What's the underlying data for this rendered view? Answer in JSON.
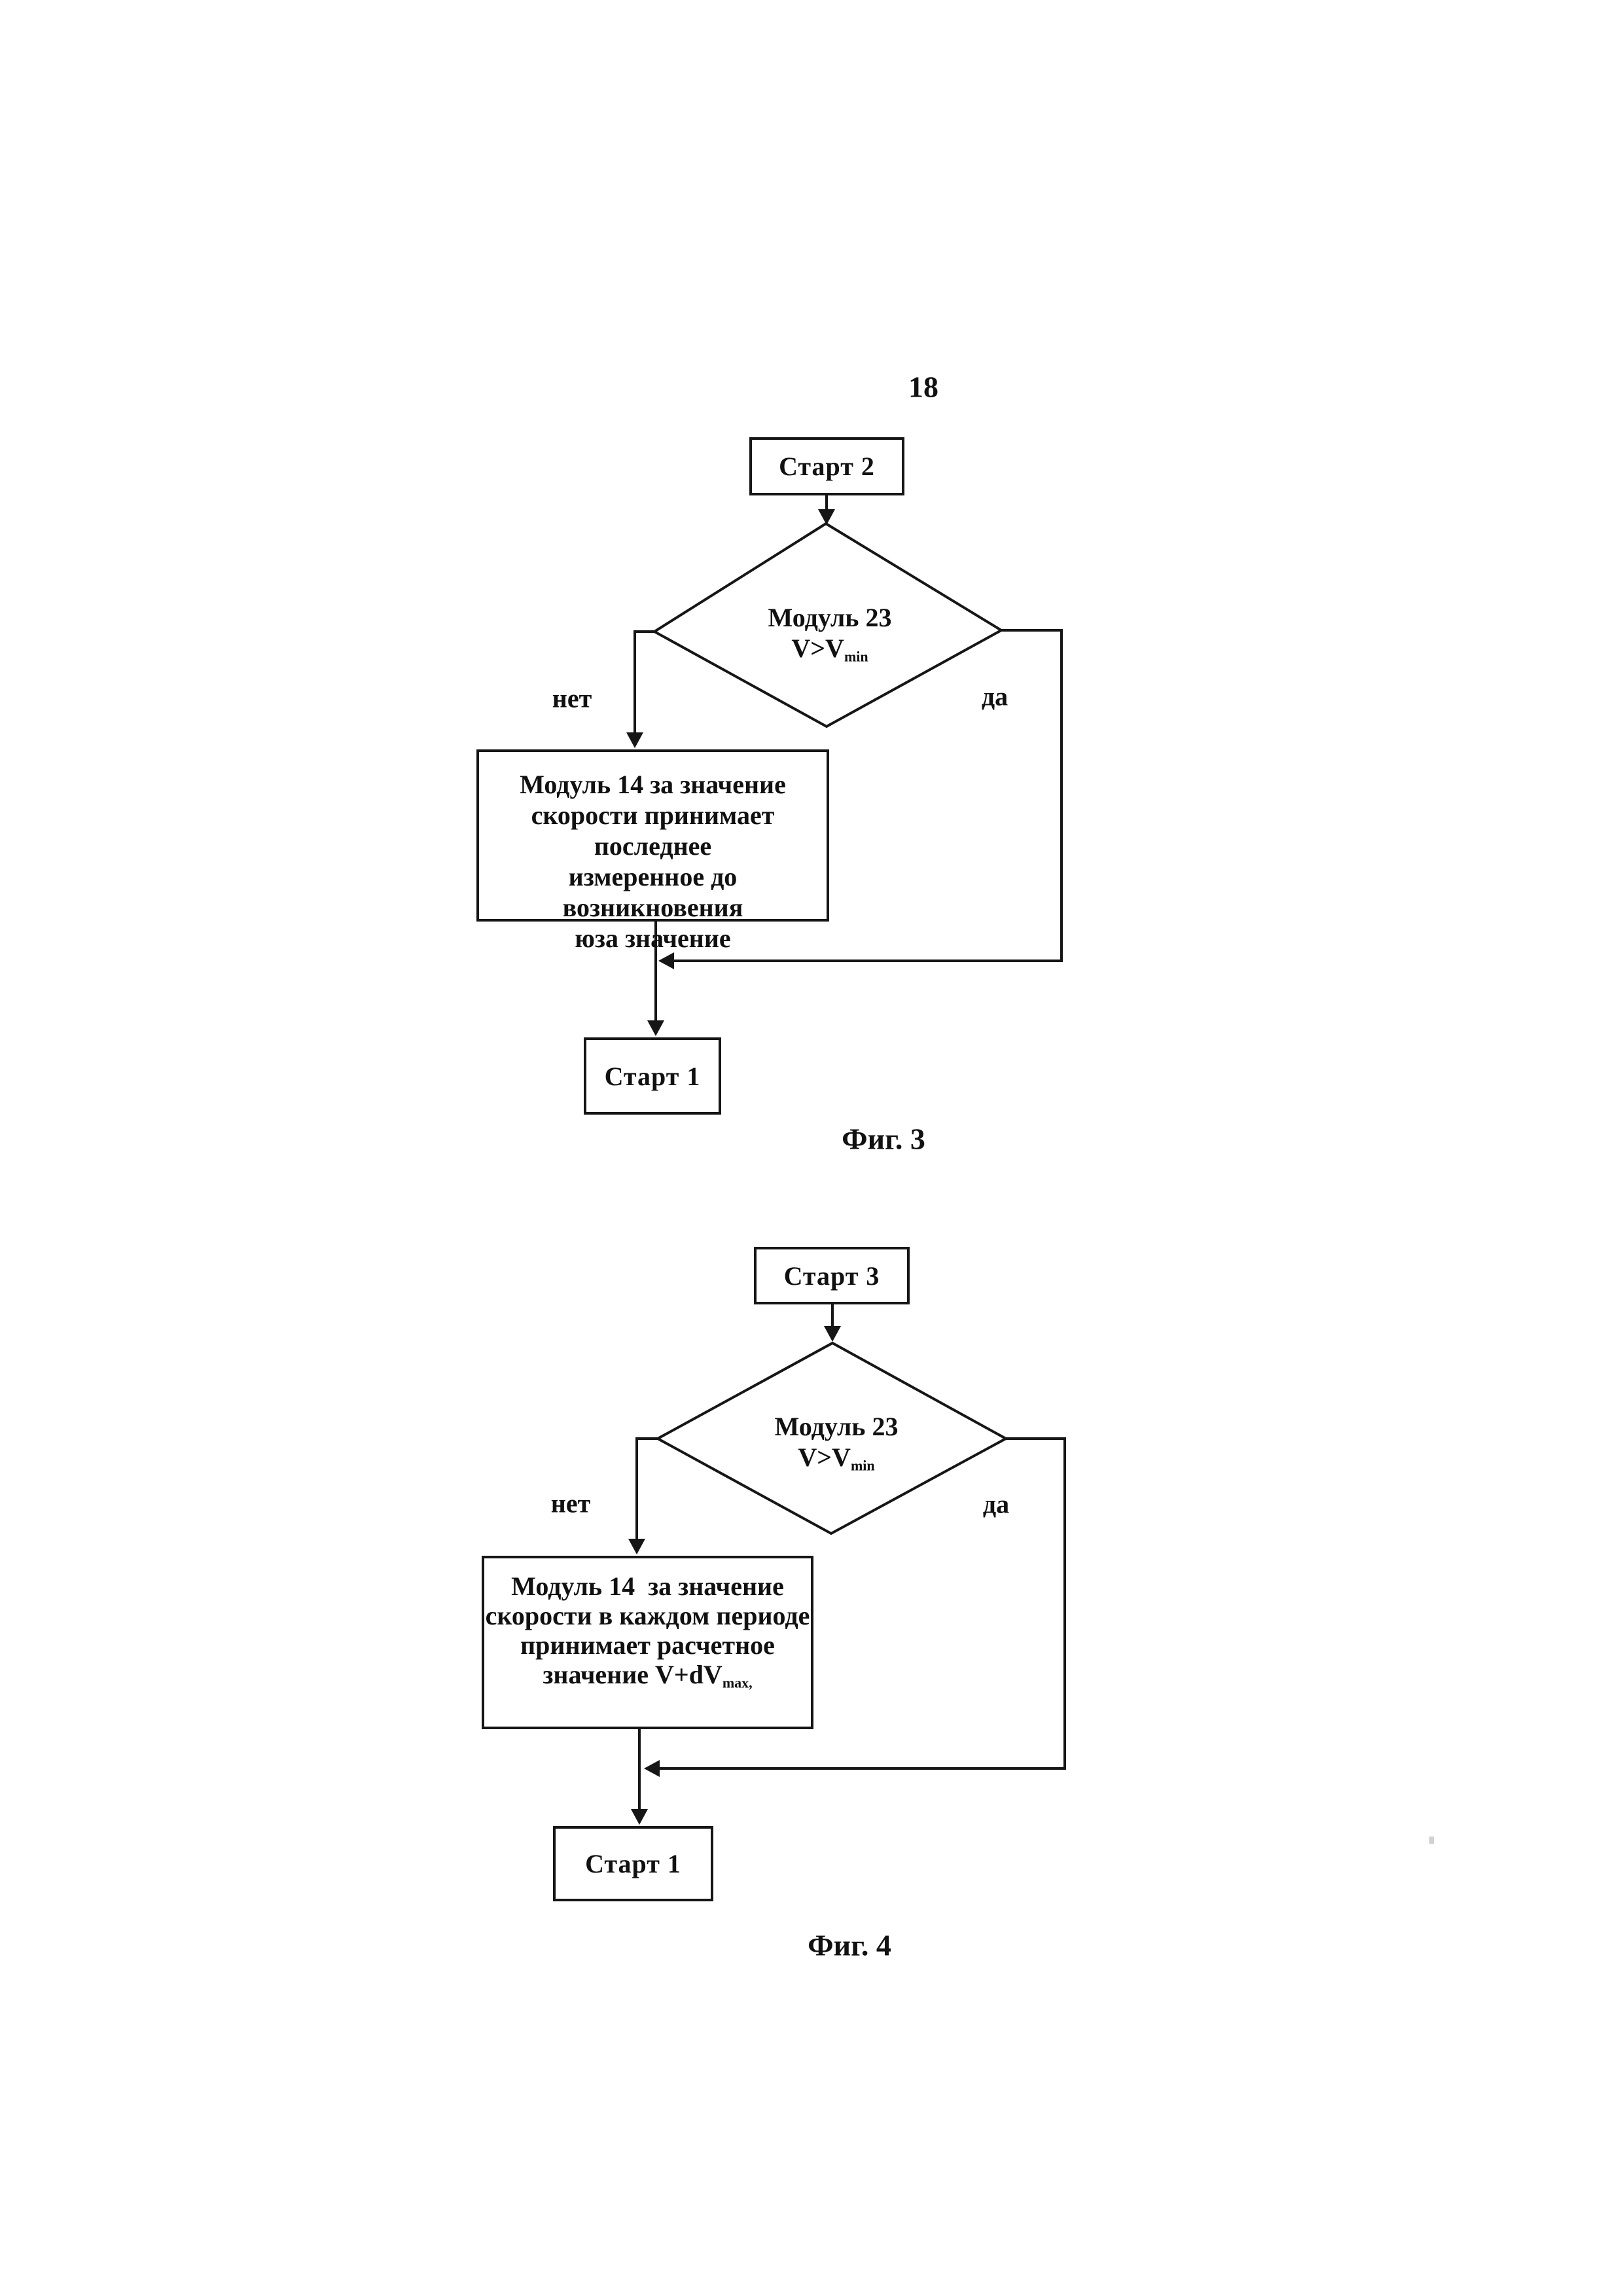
{
  "page": {
    "number": "18"
  },
  "figure3": {
    "caption": "Фиг. 3",
    "start_top": {
      "label": "Старт 2"
    },
    "decision": {
      "title": "Модуль 23",
      "cond_base": "V>V",
      "cond_sub": "min"
    },
    "branch_no": "нет",
    "branch_yes": "да",
    "process": {
      "lines": [
        "Модуль 14 за значение",
        "скорости принимает последнее",
        "измеренное до возникновения",
        "юза значение"
      ]
    },
    "start_bottom": {
      "label": "Старт 1"
    }
  },
  "figure4": {
    "caption": "Фиг. 4",
    "start_top": {
      "label": "Старт 3"
    },
    "decision": {
      "title": "Модуль 23",
      "cond_base": "V>V",
      "cond_sub": "min"
    },
    "branch_no": "нет",
    "branch_yes": "да",
    "process": {
      "lines": [
        "Модуль 14  за значение",
        "скорости в каждом периоде",
        "принимает расчетное"
      ],
      "line4_base": "значение V+dV",
      "line4_sub": "max,"
    },
    "start_bottom": {
      "label": "Старт 1"
    }
  }
}
